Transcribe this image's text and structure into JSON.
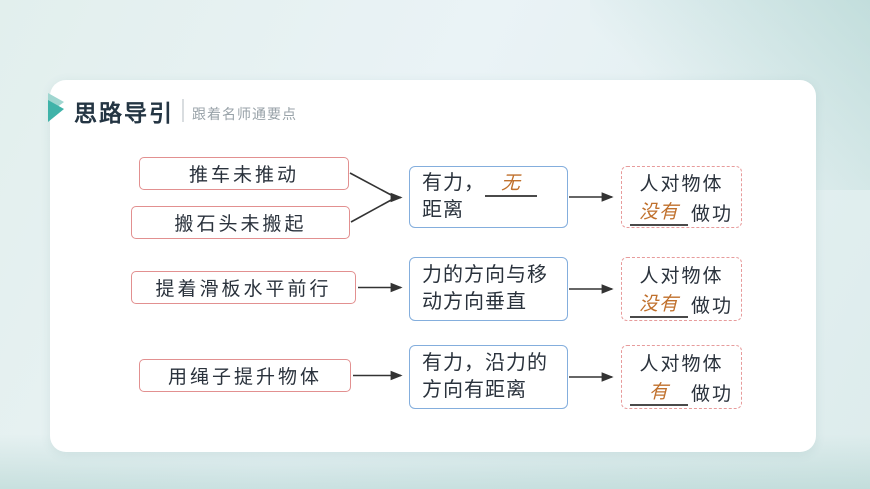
{
  "header": {
    "title": "思路导引",
    "subtitle": "跟着名师通要点"
  },
  "colors": {
    "accent_teal": "#3fb3a9",
    "cause_box_border": "#e29090",
    "condition_box_border": "#84aedd",
    "result_box_border": "#e79b9b",
    "answer_orange": "#c0702c",
    "text_dark": "#2a323c"
  },
  "rows": [
    {
      "left": [
        "推车未推动",
        "搬石头未搬起"
      ],
      "middle": {
        "line1_pre": "有力，",
        "answer": "无",
        "line2": "距离"
      },
      "right": {
        "line1": "人对物体",
        "answer": "没有",
        "suffix": "做功"
      }
    },
    {
      "left": [
        "提着滑板水平前行"
      ],
      "middle": {
        "line1": "力的方向与移",
        "line2": "动方向垂直"
      },
      "right": {
        "line1": "人对物体",
        "answer": "没有",
        "suffix": "做功"
      }
    },
    {
      "left": [
        "用绳子提升物体"
      ],
      "middle": {
        "line1": "有力，沿力的",
        "line2": "方向有距离"
      },
      "right": {
        "line1": "人对物体",
        "answer": "有",
        "suffix": "做功"
      }
    }
  ]
}
